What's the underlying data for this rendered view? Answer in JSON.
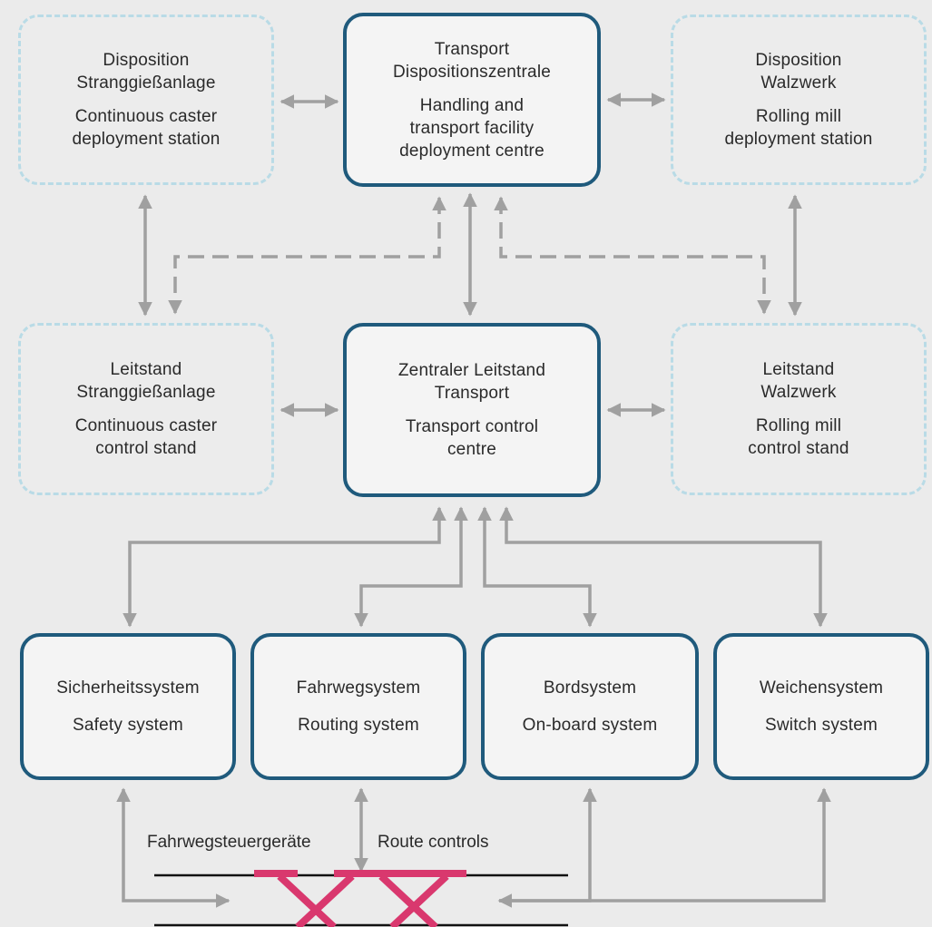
{
  "top": {
    "caster_deployment": {
      "de": "Disposition\nStranggießanlage",
      "en": "Continuous caster\ndeployment station"
    },
    "transport_deployment": {
      "de": "Transport\nDispositionszentrale",
      "en": "Handling and\ntransport facility\ndeployment centre"
    },
    "rolling_deployment": {
      "de": "Disposition\nWalzwerk",
      "en": "Rolling mill\ndeployment station"
    }
  },
  "middle": {
    "caster_control": {
      "de": "Leitstand\nStranggießanlage",
      "en": "Continuous caster\ncontrol stand"
    },
    "transport_control": {
      "de": "Zentraler Leitstand\nTransport",
      "en": "Transport control\ncentre"
    },
    "rolling_control": {
      "de": "Leitstand\nWalzwerk",
      "en": "Rolling mill\ncontrol stand"
    }
  },
  "systems": [
    {
      "de": "Sicherheitssystem",
      "en": "Safety system"
    },
    {
      "de": "Fahrwegsystem",
      "en": "Routing system"
    },
    {
      "de": "Bordsystem",
      "en": "On-board system"
    },
    {
      "de": "Weichensystem",
      "en": "Switch system"
    }
  ],
  "track": {
    "de": "Fahrwegsteuergeräte",
    "en": "Route controls"
  },
  "colors": {
    "solid_border": "#1f5a7c",
    "dashed_border": "#b9dbe6",
    "arrow": "#a0a0a0",
    "switch": "#d9386e",
    "rail": "#111111",
    "background": "#ebebeb"
  }
}
